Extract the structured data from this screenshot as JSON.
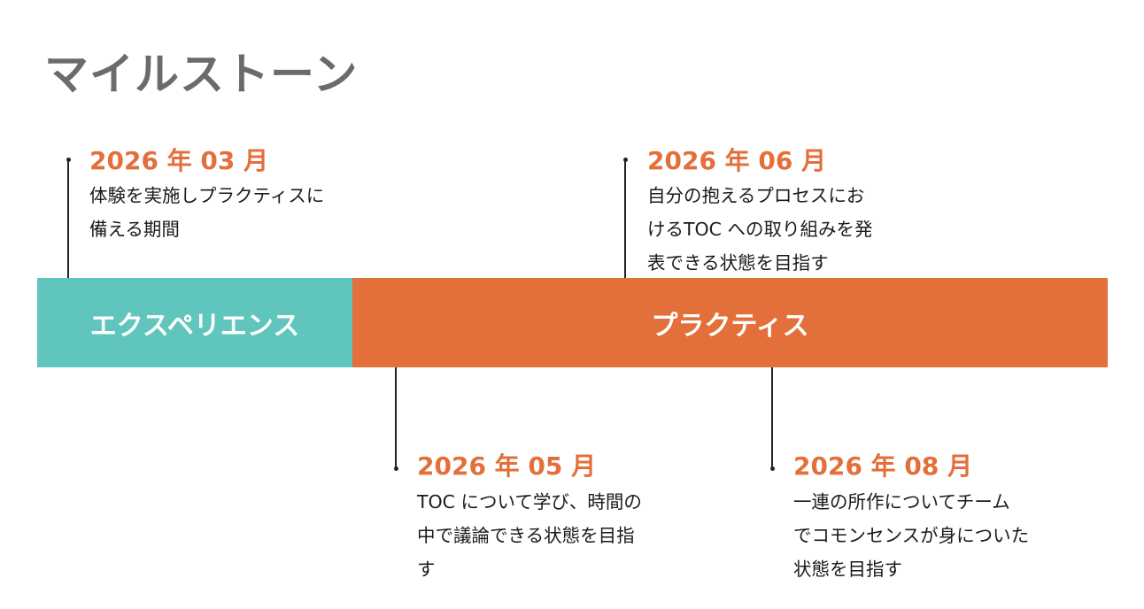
{
  "title": "マイルストーン",
  "phases": {
    "experience": "エクスペリエンス",
    "practice": "プラクティス"
  },
  "milestones": [
    {
      "date": "2026 年 03 月",
      "lines": [
        "体験を実施しプラクティスに",
        "備える期間"
      ]
    },
    {
      "date": "2026 年 05 月",
      "lines": [
        "TOC について学び、時間の",
        "中で議論できる状態を目指",
        "す"
      ]
    },
    {
      "date": "2026 年 06 月",
      "lines": [
        "自分の抱えるプロセスにお",
        "けるTOC への取り組みを発",
        "表できる状態を目指す"
      ]
    },
    {
      "date": "2026 年 08 月",
      "lines": [
        "一連の所作についてチーム",
        "でコモンセンスが身についた",
        "状態を目指す"
      ]
    }
  ],
  "colors": {
    "title": "#6b6b6b",
    "experience": "#60c5bc",
    "practice": "#e36f3a",
    "date": "#e36f3a",
    "connector": "#222222"
  }
}
